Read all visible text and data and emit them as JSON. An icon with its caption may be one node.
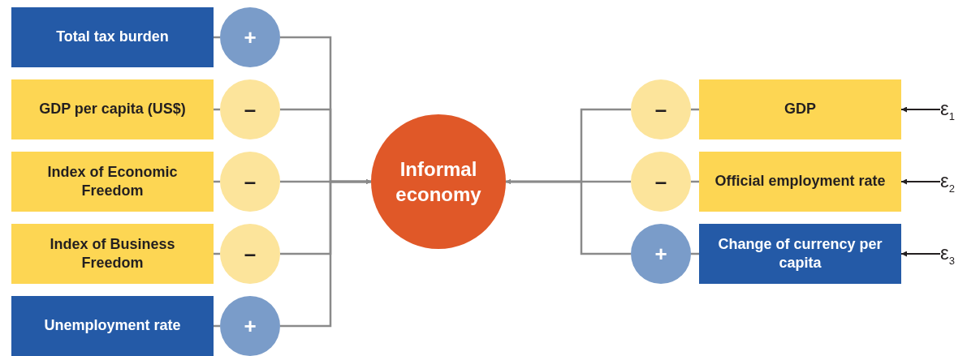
{
  "diagram": {
    "nodes": [
      {
        "text": [
          "Total tax burden"
        ]
      },
      {
        "text": [
          "+"
        ]
      },
      {
        "text": [
          "GDP per capita (US$)"
        ]
      },
      {
        "text": [
          "–"
        ]
      },
      {
        "text": [
          "Index of Economic Freedom"
        ]
      },
      {
        "text": [
          "–"
        ]
      },
      {
        "text": [
          "Index of Business Freedom"
        ]
      },
      {
        "text": [
          "–"
        ]
      },
      {
        "text": [
          "Unemployment rate"
        ]
      },
      {
        "text": [
          "+"
        ]
      },
      {
        "text": [
          "Informal economy"
        ]
      },
      {
        "text": [
          "–"
        ]
      },
      {
        "text": [
          "GDP"
        ]
      },
      {
        "text": [
          "ε$_{1}$"
        ]
      },
      {
        "text": [
          "–"
        ]
      },
      {
        "text": [
          "Official employment rate"
        ]
      },
      {
        "text": [
          "ε$_{2}$"
        ]
      },
      {
        "text": [
          "+"
        ]
      },
      {
        "text": [
          "Change of currency per capita"
        ]
      },
      {
        "text": [
          "ε$_{3}$"
        ]
      }
    ],
    "edges": [
      {
        "from": 0,
        "to": 1,
        "arrow": "none"
      },
      {
        "from": 1,
        "to": 10,
        "arrow": "to"
      },
      {
        "from": 2,
        "to": 3,
        "arrow": "none"
      },
      {
        "from": 3,
        "to": 10,
        "arrow": "to"
      },
      {
        "from": 4,
        "to": 5,
        "arrow": "none"
      },
      {
        "from": 5,
        "to": 10,
        "arrow": "to"
      },
      {
        "from": 6,
        "to": 7,
        "arrow": "none"
      },
      {
        "from": 7,
        "to": 10,
        "arrow": "to"
      },
      {
        "from": 8,
        "to": 9,
        "arrow": "none"
      },
      {
        "from": 9,
        "to": 10,
        "arrow": "to"
      },
      {
        "from": 12,
        "to": 11,
        "arrow": "none"
      },
      {
        "from": 11,
        "to": 10,
        "arrow": "to"
      },
      {
        "from": 15,
        "to": 14,
        "arrow": "none"
      },
      {
        "from": 14,
        "to": 10,
        "arrow": "to"
      },
      {
        "from": 18,
        "to": 17,
        "arrow": "none"
      },
      {
        "from": 17,
        "to": 10,
        "arrow": "to"
      },
      {
        "from": 13,
        "to": 12,
        "arrow": "to",
        "color": "#231f20"
      },
      {
        "from": 16,
        "to": 15,
        "arrow": "to",
        "color": "#231f20"
      },
      {
        "from": 19,
        "to": 18,
        "arrow": "to",
        "color": "#231f20"
      }
    ]
  }
}
